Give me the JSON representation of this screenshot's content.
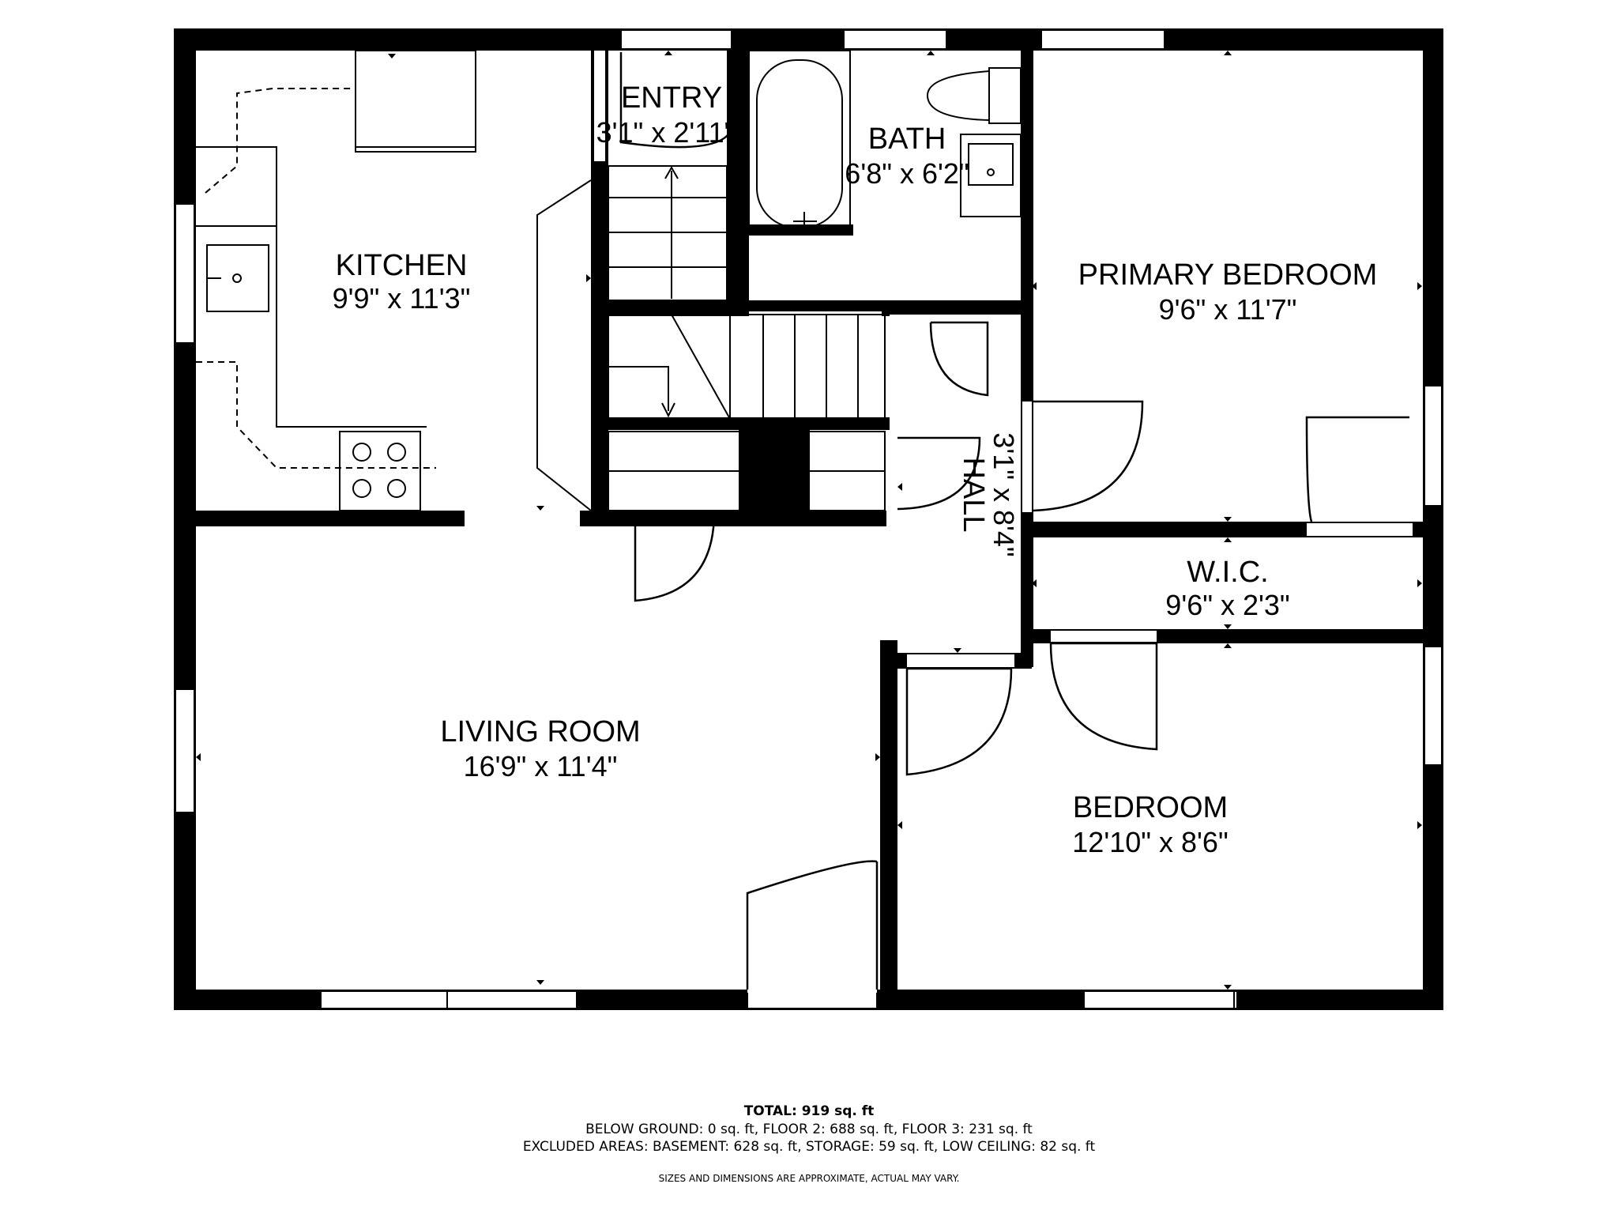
{
  "rooms": {
    "kitchen": {
      "name": "KITCHEN",
      "dims": "9'9\" x 11'3\""
    },
    "entry": {
      "name": "ENTRY",
      "dims": "3'1\" x 2'11\""
    },
    "bath": {
      "name": "BATH",
      "dims": "6'8\" x 6'2\""
    },
    "primary_bedroom": {
      "name": "PRIMARY BEDROOM",
      "dims": "9'6\" x 11'7\""
    },
    "hall": {
      "name": "HALL",
      "dims": "3'1\" x 8'4\""
    },
    "wic": {
      "name": "W.I.C.",
      "dims": "9'6\" x 2'3\""
    },
    "living_room": {
      "name": "LIVING ROOM",
      "dims": "16'9\" x 11'4\""
    },
    "bedroom": {
      "name": "BEDROOM",
      "dims": "12'10\" x 8'6\""
    }
  },
  "footer": {
    "total": "TOTAL: 919 sq. ft",
    "floors": "BELOW GROUND: 0 sq. ft, FLOOR 2: 688 sq. ft, FLOOR 3: 231 sq. ft",
    "excluded": "EXCLUDED AREAS: BASEMENT: 628 sq. ft, STORAGE: 59 sq. ft, LOW CEILING: 82 sq. ft",
    "disclaimer": "SIZES AND DIMENSIONS ARE APPROXIMATE, ACTUAL MAY VARY."
  },
  "colors": {
    "wall": "#000000",
    "background": "#ffffff",
    "fixture_line": "#000000"
  }
}
